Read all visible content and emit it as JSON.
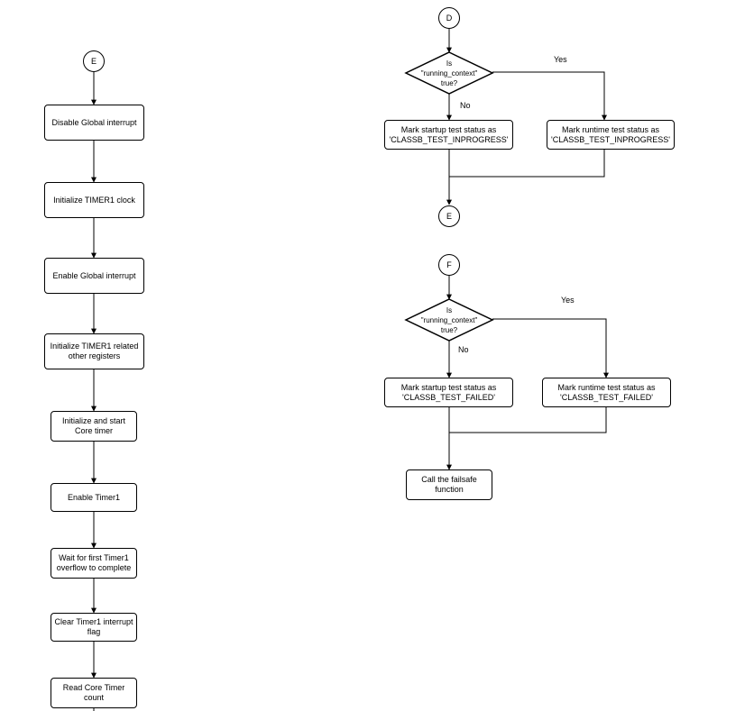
{
  "colors": {
    "stroke": "#000000",
    "fill": "#ffffff",
    "text": "#000000"
  },
  "left_flow": {
    "start_connector": "E",
    "steps": [
      "Disable Global interrupt",
      "Initialize TIMER1 clock",
      "Enable Global interrupt",
      "Initialize TIMER1 related\nother registers",
      "Initialize and start\nCore timer",
      "Enable Timer1",
      "Wait for first Timer1\noverflow to complete",
      "Clear Timer1 interrupt\nflag",
      "Read Core Timer\ncount"
    ]
  },
  "flow_d": {
    "start_connector": "D",
    "decision": "Is\n\"running_context\"\ntrue?",
    "yes_label": "Yes",
    "no_label": "No",
    "no_box": "Mark startup test status as\n'CLASSB_TEST_INPROGRESS'",
    "yes_box": "Mark runtime test status as\n'CLASSB_TEST_INPROGRESS'",
    "end_connector": "E"
  },
  "flow_f": {
    "start_connector": "F",
    "decision": "Is\n\"running_context\"\ntrue?",
    "yes_label": "Yes",
    "no_label": "No",
    "no_box": "Mark startup test status as\n'CLASSB_TEST_FAILED'",
    "yes_box": "Mark runtime test status as\n'CLASSB_TEST_FAILED'",
    "end_box": "Call the failsafe\nfunction"
  }
}
